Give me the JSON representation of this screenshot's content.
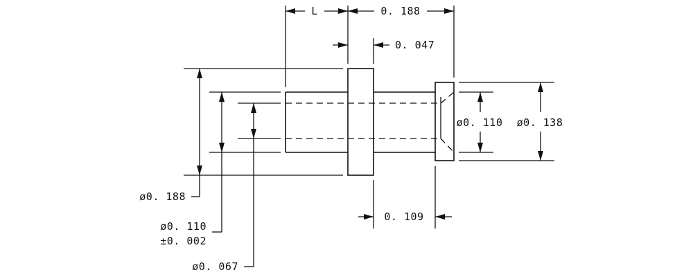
{
  "drawing": {
    "dimensions": {
      "length_top": "L",
      "overall_top": "0. 188",
      "flange_width": "0. 047",
      "shank_length": "0. 109",
      "inner_dia": "ø0. 110",
      "head_dia": "ø0. 138",
      "flange_dia": "ø0. 188",
      "body_dia": "ø0. 110",
      "body_tol": "±0. 002",
      "bore_dia": "ø0. 067"
    },
    "colors": {
      "line": "#111111",
      "background": "#ffffff"
    }
  }
}
